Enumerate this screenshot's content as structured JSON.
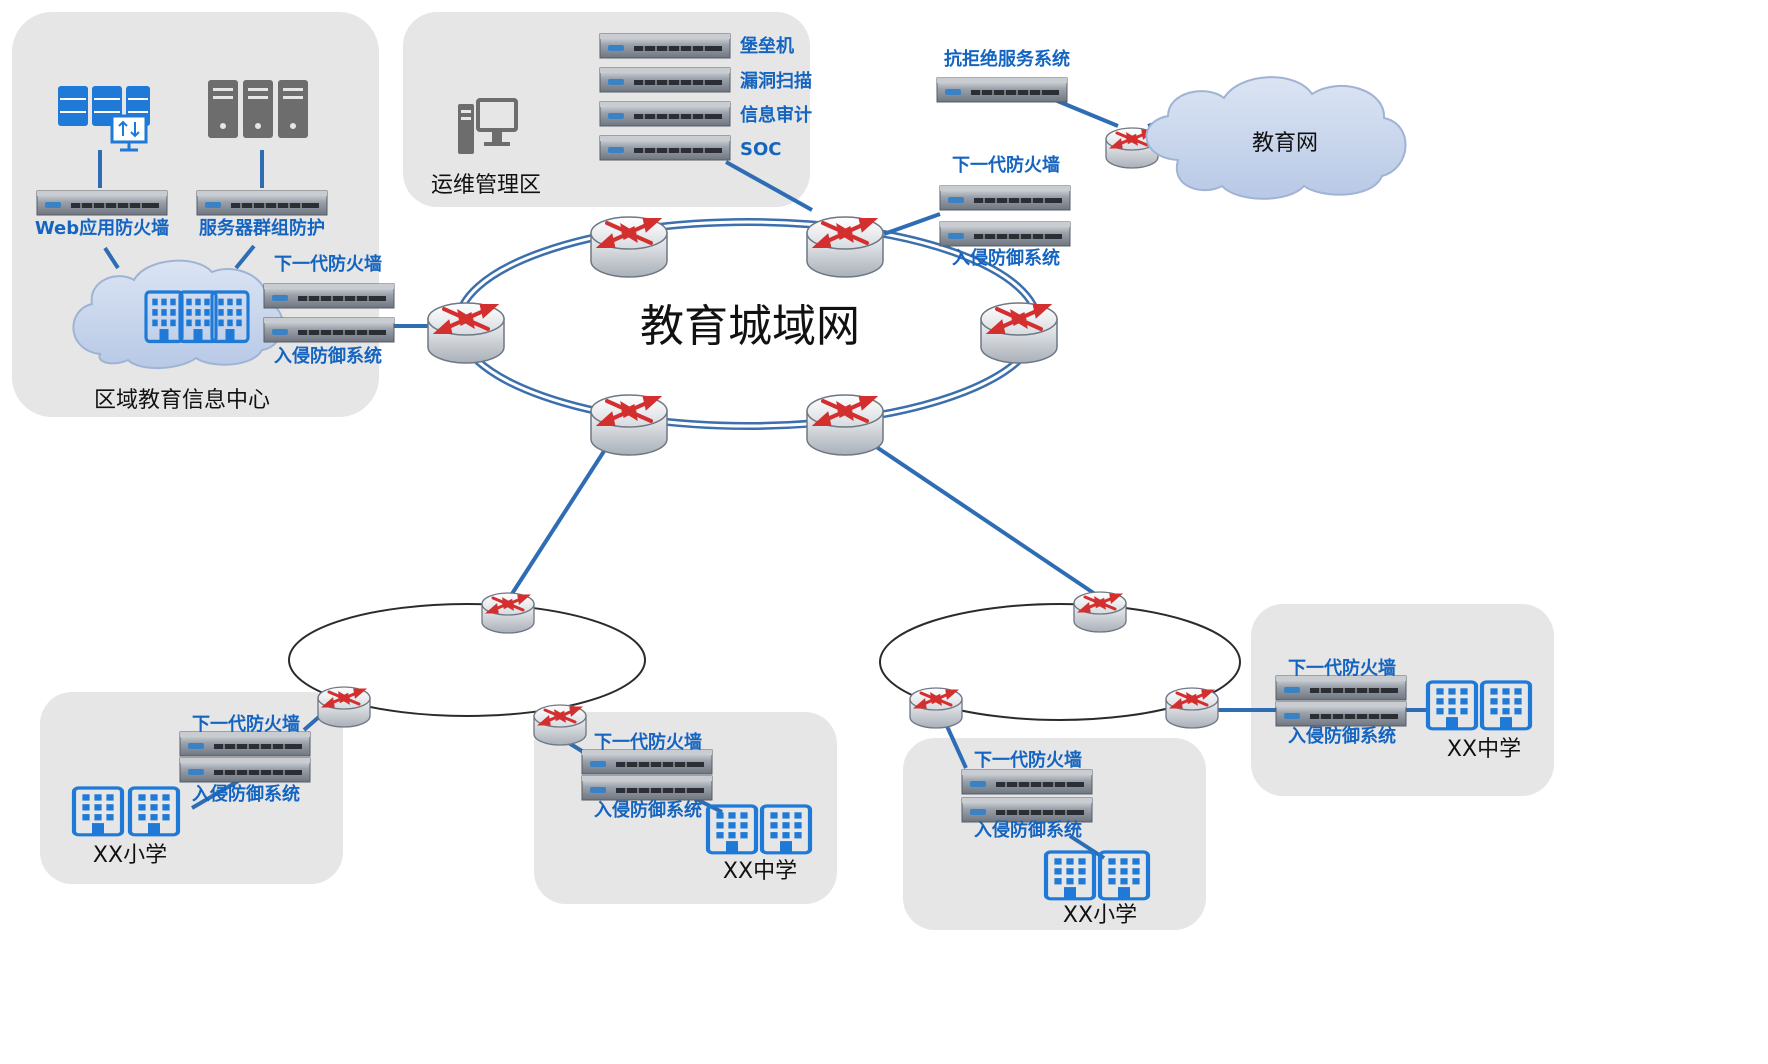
{
  "zones": {
    "regional_center": {
      "title": "区域教育信息中心"
    },
    "ops_zone": {
      "title": "运维管理区"
    },
    "primary_left": {
      "title": "XX小学"
    },
    "middle_left": {
      "title": "XX中学"
    },
    "primary_right": {
      "title": "XX小学"
    },
    "middle_right": {
      "title": "XX中学"
    }
  },
  "core": {
    "title": "教育城域网"
  },
  "edu_net": {
    "label": "教育网"
  },
  "devices": {
    "web_fw": "Web应用防火墙",
    "server_protect": "服务器群组防护",
    "fortress": "堡垒机",
    "vuln_scan": "漏洞扫描",
    "audit": "信息审计",
    "soc": "SOC",
    "anti_ddos": "抗拒绝服务系统",
    "ngfw": "下一代防火墙",
    "ips": "入侵防御系统"
  },
  "colors": {
    "link": "#2e6db4",
    "accent_red": "#d32f2f",
    "zone_bg": "#e6e6e6",
    "cloud": "#c5d3ea",
    "label_blue": "#1565c0"
  }
}
